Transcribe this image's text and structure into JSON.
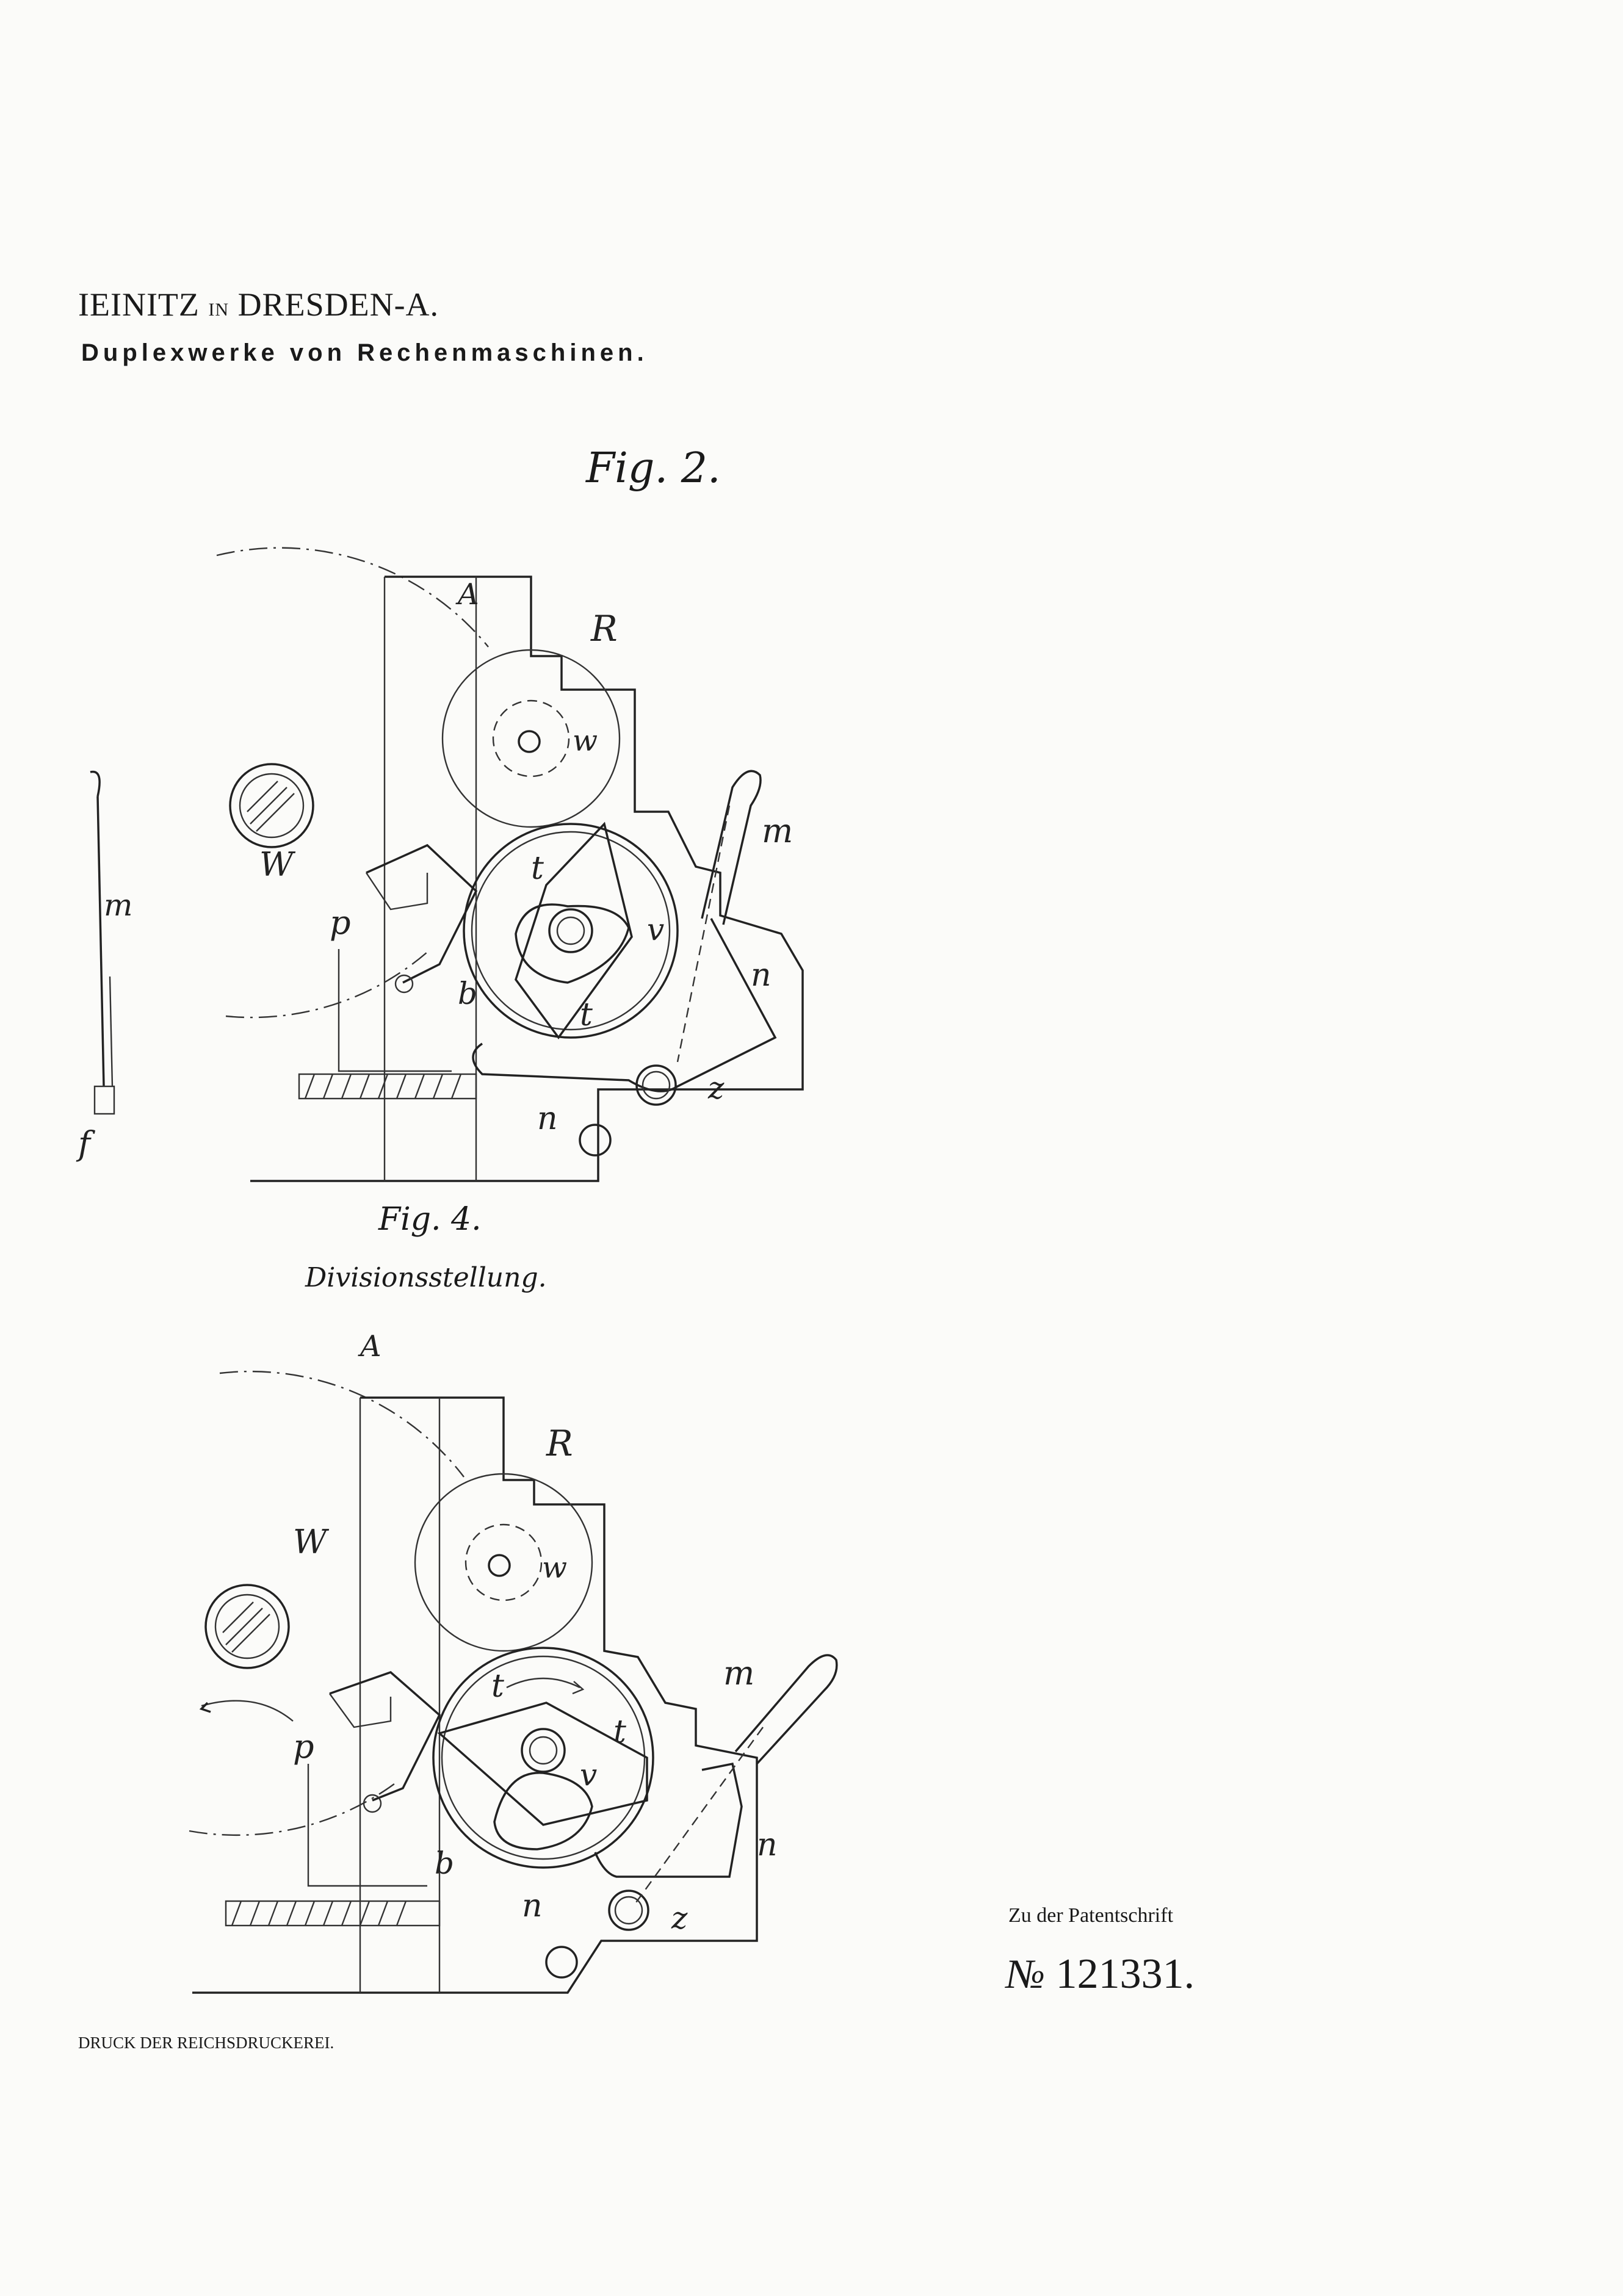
{
  "header": {
    "author": "IEINITZ",
    "author_in": "IN",
    "city": "DRESDEN-A.",
    "title": "Duplexwerke von Rechenmaschinen."
  },
  "figures": {
    "fig2": {
      "label": "Fig. 2.",
      "parts": {
        "A": "A",
        "R": "R",
        "w": "w",
        "W": "W",
        "m": "m",
        "t1": "t",
        "t2": "t",
        "v": "v",
        "p": "p",
        "b": "b",
        "n1": "n",
        "n2": "n",
        "z": "z"
      }
    },
    "side_view": {
      "parts": {
        "m": "m",
        "f": "f"
      }
    },
    "fig4": {
      "label": "Fig. 4.",
      "caption": "Divisionsstellung.",
      "parts": {
        "A": "A",
        "R": "R",
        "w": "w",
        "W": "W",
        "m": "m",
        "t1": "t",
        "t2": "t",
        "v": "v",
        "p": "p",
        "b": "b",
        "n1": "n",
        "n2": "n",
        "z": "z"
      }
    }
  },
  "reference": {
    "text": "Zu der Patentschrift",
    "number_prefix": "№",
    "number": "121331."
  },
  "footer": {
    "printer": "DRUCK DER REICHSDRUCKEREI."
  }
}
